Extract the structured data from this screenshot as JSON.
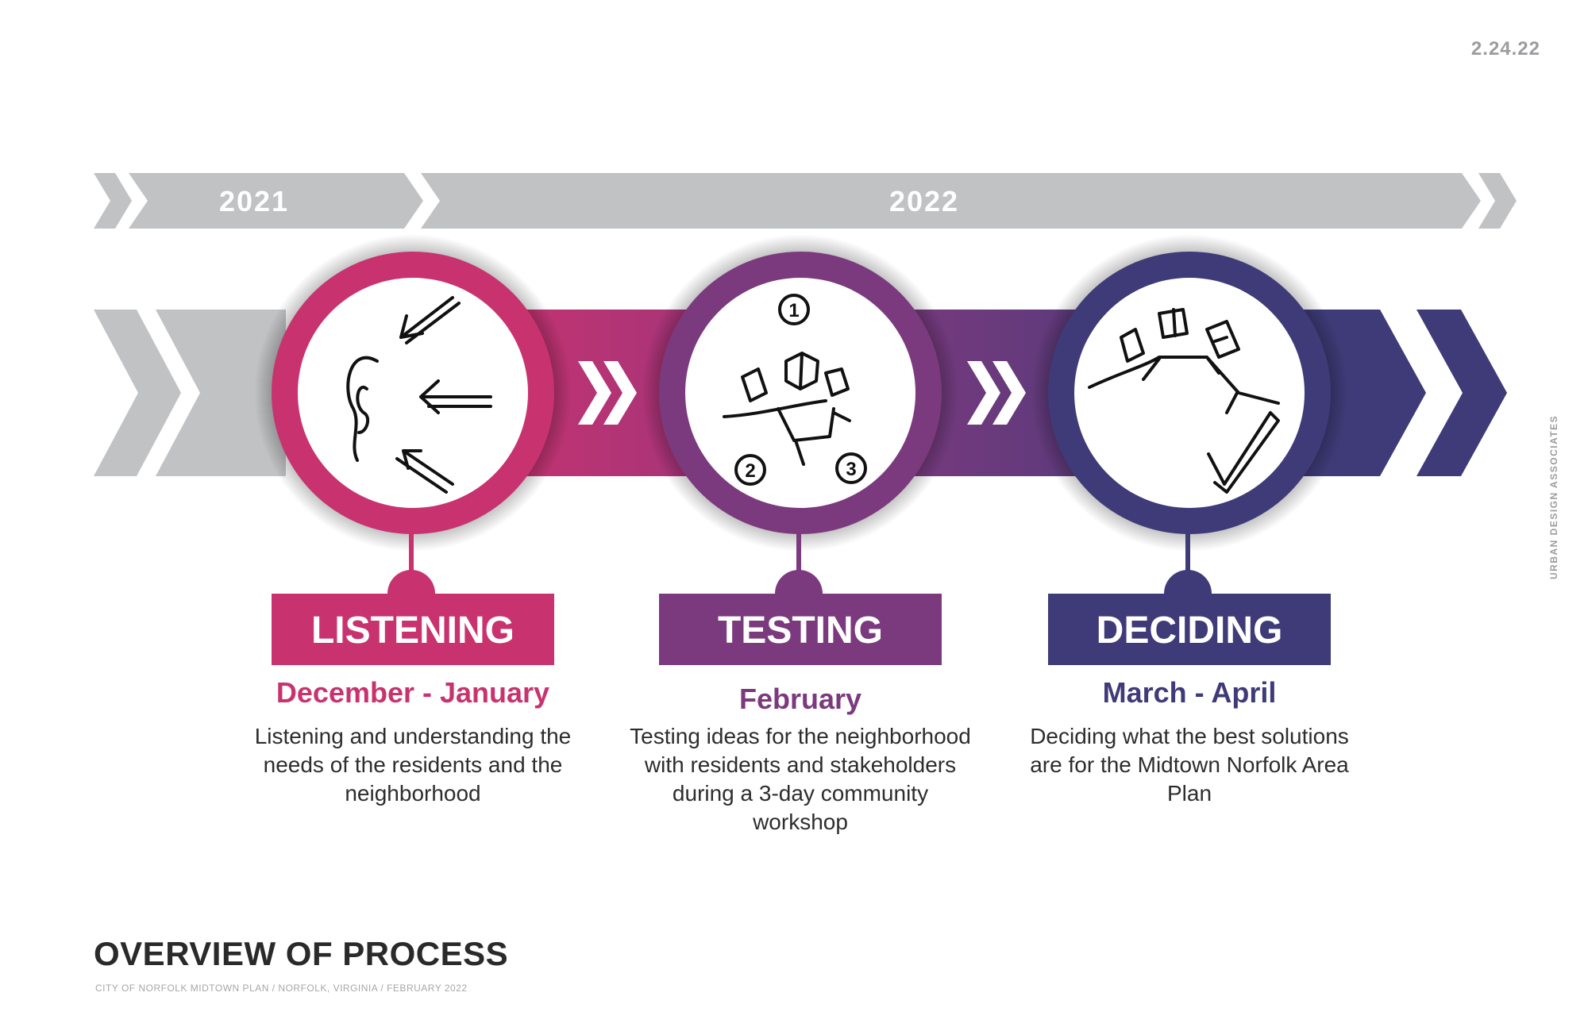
{
  "date": "2.24.22",
  "side_credit": "URBAN DESIGN ASSOCIATES",
  "timeline": {
    "years": [
      "2021",
      "2022"
    ]
  },
  "stages": [
    {
      "label": "LISTENING",
      "period": "December - January",
      "description": "Listening and understanding the needs of the residents and the neighborhood",
      "color": "#c8336f",
      "icon": "ear-arrows-icon"
    },
    {
      "label": "TESTING",
      "period": "February",
      "description": "Testing ideas for the neighborhood with residents and stakeholders during a 3-day community workshop",
      "color": "#7b3a7e",
      "icon": "buildings-numbered-icon"
    },
    {
      "label": "DECIDING",
      "period": "March - April",
      "description": "Deciding what the best solutions are for the Midtown Norfolk Area Plan",
      "color": "#3e3b78",
      "icon": "buildings-checkmark-icon"
    }
  ],
  "icon_numbers": [
    "1",
    "2",
    "3"
  ],
  "colors": {
    "gray": "#c0c2c4",
    "pink": "#c8336f",
    "purple": "#7b3a7e",
    "navy": "#3e3b78"
  },
  "title": "OVERVIEW OF PROCESS",
  "footer": "CITY OF NORFOLK MIDTOWN PLAN  /  NORFOLK, VIRGINIA  /  FEBRUARY 2022"
}
